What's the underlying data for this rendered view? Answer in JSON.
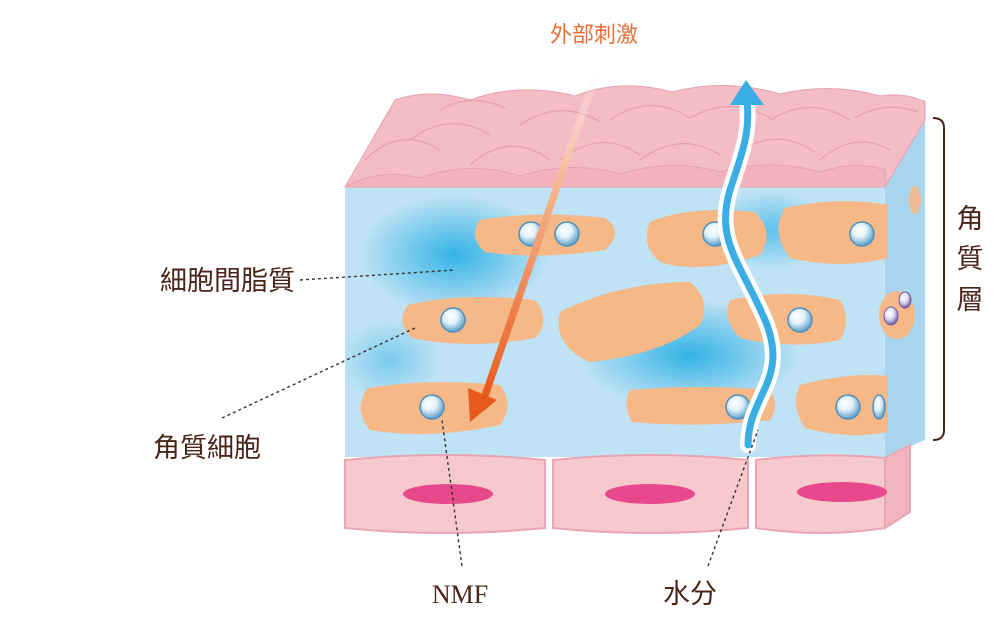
{
  "labels": {
    "external_stimulus": "外部刺激",
    "intercellular_lipid": "細胞間脂質",
    "corneocyte": "角質細胞",
    "nmf": "NMF",
    "water": "水分",
    "stratum_corneum": [
      "角",
      "質",
      "層"
    ]
  },
  "colors": {
    "intercellular": "#bfe2f4",
    "intercellular_deep": "#3fb6e6",
    "corneocyte": "#f6b886",
    "surface_skin": "#f4bcc4",
    "basal_cell": "#f7c9cf",
    "nucleus": "#e8488c",
    "stimulus_arrow": "#e65a20",
    "water_arrow": "#3aaee4",
    "text": "#4a2418",
    "accent_text": "#e8703a"
  }
}
